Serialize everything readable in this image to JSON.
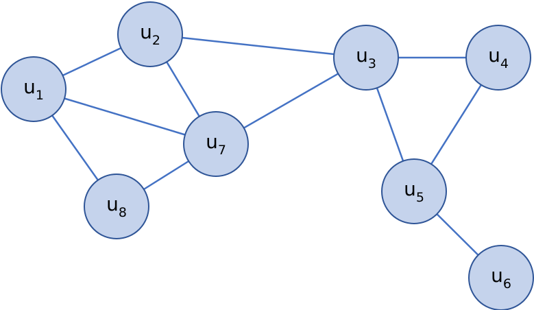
{
  "colors": {
    "edge": "#4472c4",
    "node_fill": "#c5d3ec",
    "node_stroke": "#2f5597",
    "label": "#000000"
  },
  "nodes": [
    {
      "id": "u1",
      "base": "u",
      "sub": "1"
    },
    {
      "id": "u2",
      "base": "u",
      "sub": "2"
    },
    {
      "id": "u3",
      "base": "u",
      "sub": "3"
    },
    {
      "id": "u4",
      "base": "u",
      "sub": "4"
    },
    {
      "id": "u5",
      "base": "u",
      "sub": "5"
    },
    {
      "id": "u6",
      "base": "u",
      "sub": "6"
    },
    {
      "id": "u7",
      "base": "u",
      "sub": "7"
    },
    {
      "id": "u8",
      "base": "u",
      "sub": "8"
    }
  ],
  "edges": [
    [
      "u1",
      "u2"
    ],
    [
      "u1",
      "u7"
    ],
    [
      "u1",
      "u8"
    ],
    [
      "u2",
      "u7"
    ],
    [
      "u2",
      "u3"
    ],
    [
      "u7",
      "u8"
    ],
    [
      "u7",
      "u3"
    ],
    [
      "u3",
      "u4"
    ],
    [
      "u3",
      "u5"
    ],
    [
      "u4",
      "u5"
    ],
    [
      "u5",
      "u6"
    ]
  ]
}
